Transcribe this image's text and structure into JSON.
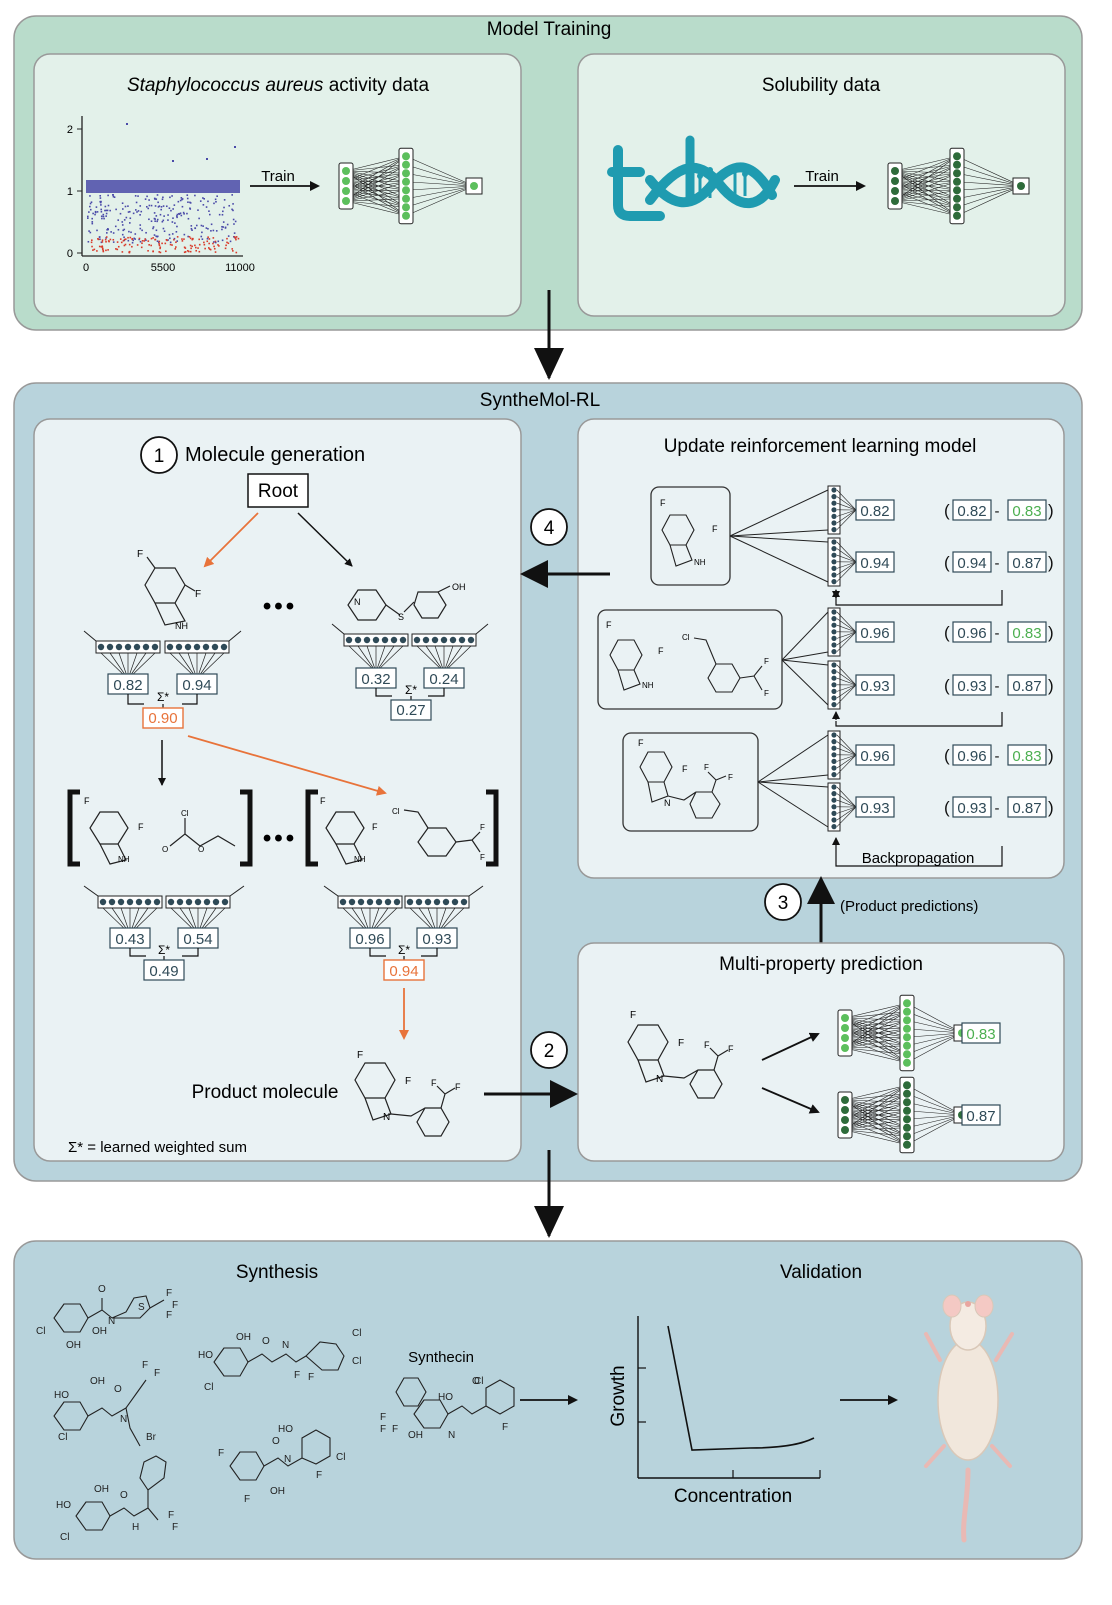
{
  "top_section": {
    "title": "Model Training",
    "activity_panel": {
      "title_italic": "Staphylococcus aureus",
      "title_rest": " activity data",
      "y_ticks": [
        "0",
        "1",
        "2"
      ],
      "x_ticks": [
        "0",
        "5500",
        "11000"
      ],
      "train_label": "Train"
    },
    "solubility_panel": {
      "title": "Solubility data",
      "train_label": "Train"
    }
  },
  "middle_section": {
    "title": "SyntheMol-RL",
    "molecule_generation": {
      "step": "1",
      "title": "Molecule generation",
      "root_label": "Root",
      "ellipsis": "•••",
      "sigma_label": "Σ*",
      "left_scores": [
        "0.82",
        "0.94"
      ],
      "left_sum": "0.90",
      "right_scores": [
        "0.32",
        "0.24"
      ],
      "right_sum": "0.27",
      "level2_left_scores": [
        "0.43",
        "0.54"
      ],
      "level2_left_sum": "0.49",
      "level2_right_scores": [
        "0.96",
        "0.93"
      ],
      "level2_right_sum": "0.94",
      "product_label": "Product molecule",
      "footnote": "Σ* = learned weighted sum"
    },
    "update_model": {
      "title": "Update reinforcement learning model",
      "step": "4",
      "rows": [
        {
          "pred": "0.82",
          "target": "0.83",
          "target_green": true
        },
        {
          "pred": "0.94",
          "target": "0.87",
          "target_green": false
        },
        {
          "pred": "0.96",
          "target": "0.83",
          "target_green": true
        },
        {
          "pred": "0.93",
          "target": "0.87",
          "target_green": false
        },
        {
          "pred": "0.96",
          "target": "0.83",
          "target_green": true
        },
        {
          "pred": "0.93",
          "target": "0.87",
          "target_green": false
        }
      ],
      "backprop_label": "Backpropagation"
    },
    "step3": {
      "step": "3",
      "label": "(Product predictions)"
    },
    "multi_property": {
      "step": "2",
      "title": "Multi-property prediction",
      "outputs": [
        "0.83",
        "0.87"
      ]
    }
  },
  "bottom_section": {
    "synthesis_title": "Synthesis",
    "validation_title": "Validation",
    "synthecin_label": "Synthecin",
    "plot_ylabel": "Growth",
    "plot_xlabel": "Concentration"
  },
  "colors": {
    "green_bg": "#b9dccb",
    "green_panel": "#e3f1ea",
    "blue_bg": "#b8d3dc",
    "blue_panel": "#eaf2f4",
    "orange": "#e8733a",
    "score_green": "#4caf50",
    "node_dark": "#2f4a57",
    "node_green": "#5cbf5c",
    "node_dkgreen": "#2e6b3a",
    "scatter_blue": "#4a4aa8",
    "scatter_red": "#d93a2a",
    "dna_teal": "#1f9bb0"
  }
}
